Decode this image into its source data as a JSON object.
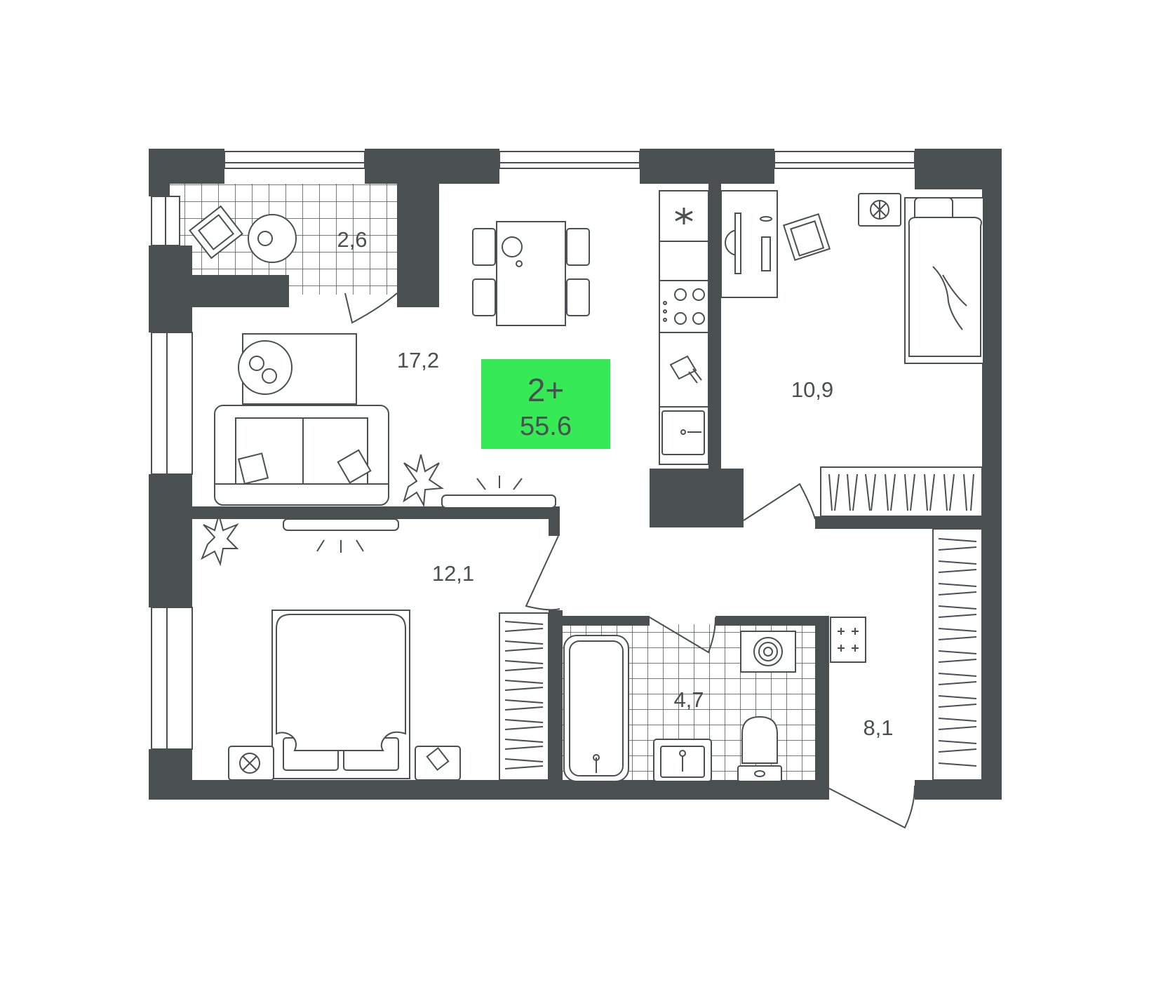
{
  "colors": {
    "wall": "#4a4f51",
    "badge": "#35ea55",
    "background": "#ffffff"
  },
  "badge": {
    "type": "2+",
    "area": "55.6"
  },
  "rooms": [
    {
      "id": "balcony",
      "area": "2,6"
    },
    {
      "id": "living-kitchen",
      "area": "17,2"
    },
    {
      "id": "bedroom-small",
      "area": "10,9"
    },
    {
      "id": "bedroom-main",
      "area": "12,1"
    },
    {
      "id": "bathroom",
      "area": "4,7"
    },
    {
      "id": "hallway",
      "area": "8,1"
    }
  ],
  "icons": [
    "window-icon",
    "door-swing-icon",
    "armchair-icon",
    "round-table-icon",
    "dining-table-icon",
    "chair-icon",
    "fridge-icon",
    "stove-icon",
    "cutting-board-icon",
    "sink-icon",
    "coffee-table-icon",
    "sofa-icon",
    "pillow-icon",
    "plant-icon",
    "tv-icon",
    "desk-icon",
    "lamp-icon",
    "bed-icon",
    "nightstand-icon",
    "wardrobe-icon",
    "bathtub-icon",
    "washbasin-icon",
    "toilet-icon",
    "washing-machine-icon",
    "electrical-panel-icon"
  ]
}
